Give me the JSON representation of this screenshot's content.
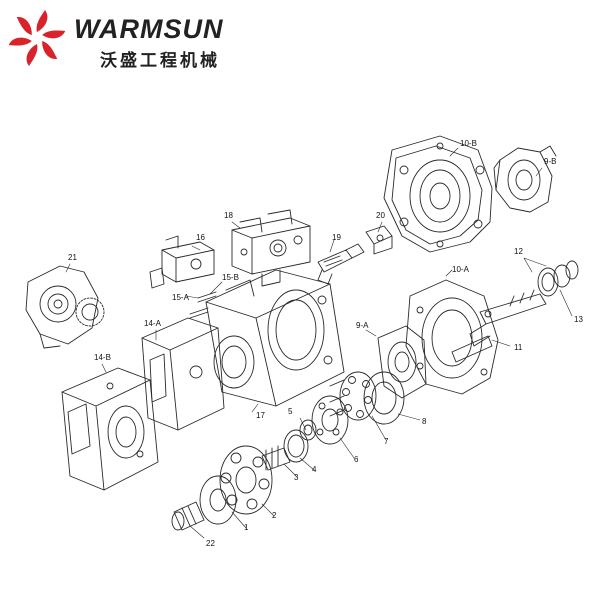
{
  "brand": {
    "name_en": "WARMSUN",
    "name_cn": "沃盛工程机械",
    "logo_color": "#d8232a",
    "text_color": "#222222"
  },
  "diagram": {
    "line_color": "#2a2a2a",
    "labels": [
      {
        "id": "1",
        "text": "1"
      },
      {
        "id": "2",
        "text": "2"
      },
      {
        "id": "3",
        "text": "3"
      },
      {
        "id": "4",
        "text": "4"
      },
      {
        "id": "5",
        "text": "5"
      },
      {
        "id": "6",
        "text": "6"
      },
      {
        "id": "7",
        "text": "7"
      },
      {
        "id": "8",
        "text": "8"
      },
      {
        "id": "9A",
        "text": "9-A"
      },
      {
        "id": "9B",
        "text": "9-B"
      },
      {
        "id": "10A",
        "text": "10-A"
      },
      {
        "id": "10B",
        "text": "10-B"
      },
      {
        "id": "11",
        "text": "11"
      },
      {
        "id": "12",
        "text": "12"
      },
      {
        "id": "13",
        "text": "13"
      },
      {
        "id": "14A",
        "text": "14-A"
      },
      {
        "id": "14B",
        "text": "14-B"
      },
      {
        "id": "15A",
        "text": "15-A"
      },
      {
        "id": "15B",
        "text": "15-B"
      },
      {
        "id": "16",
        "text": "16"
      },
      {
        "id": "17",
        "text": "17"
      },
      {
        "id": "18",
        "text": "18"
      },
      {
        "id": "19",
        "text": "19"
      },
      {
        "id": "20",
        "text": "20"
      },
      {
        "id": "21",
        "text": "21"
      },
      {
        "id": "22",
        "text": "22"
      }
    ]
  }
}
